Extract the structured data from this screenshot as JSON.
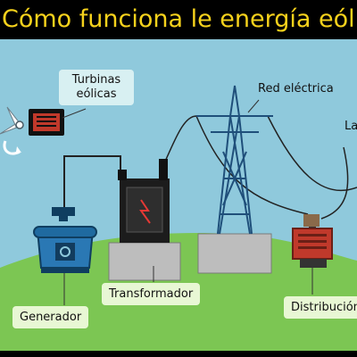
{
  "title": "Cómo funciona le energía eólica",
  "labels": {
    "turbinas": "Turbinas eólicas",
    "red": "Red eléctrica",
    "la": "La",
    "transformador": "Transformador",
    "generador": "Generador",
    "distribucion": "Distribución"
  },
  "colors": {
    "title": "#f6d21c",
    "sky": "#8fc9dc",
    "ground": "#7cc653",
    "label_bg": "#e8f7d4",
    "transformer_accent": "#c0392b",
    "generator_blue": "#1f6aa0"
  },
  "icons": [
    "turbine-blades-icon",
    "nacelle-icon",
    "generator-icon",
    "transformer-icon",
    "pylon-icon",
    "distribution-transformer-icon"
  ]
}
